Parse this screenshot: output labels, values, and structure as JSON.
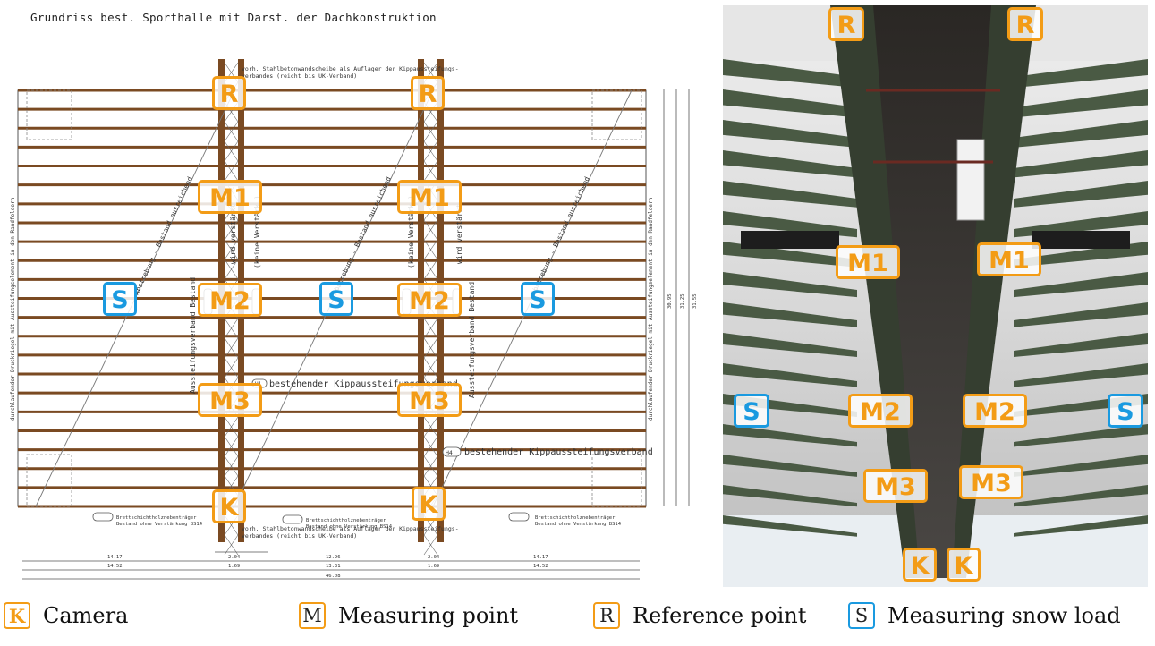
{
  "plan": {
    "title": "Grundriss best. Sporthalle mit Darst. der Dachkonstruktion",
    "note_top": "vorh. Stahlbetonwandscheibe als Auflager der Kippaussteifungs-",
    "note_top_2": "verbandes (reicht bis UK-Verband)",
    "note_bottom": "vorh. Stahlbetonwandscheibe als Auflager der Kippaussteifungs-",
    "note_bottom_2": "verbandes (reicht bis UK-Verband)",
    "h1_label": "H1",
    "h1_text": "bestehender Kippaussteifungsverband",
    "h4_label": "H4",
    "h4_text": "bestehender Kippaussteifungsverband",
    "beam_note_1": "Brettschichtholznebenträger",
    "beam_note_2": "Bestand ohne Verstärkung BS14",
    "diag_1": "Abstrebung - Bestand ausreichend",
    "diag_2": "wird verstärkt",
    "diag_3": "(keine Verstärk.)",
    "diag_4": "Aussteifungsverband Bestand",
    "side_note": "durchlaufender Druckriegel mit Aussteifungselement in den Randfeldern",
    "dims_row1": [
      "14.17",
      "2.04",
      "12.96",
      "2.04",
      "14.17"
    ],
    "dims_row2": [
      "14.52",
      "1.69",
      "13.31",
      "1.69",
      "14.52"
    ],
    "dims_total": "46.08",
    "dims_right": [
      "30.95",
      "31.25",
      "31.55"
    ]
  },
  "markers": {
    "R": "R",
    "M1": "M1",
    "M2": "M2",
    "M3": "M3",
    "K": "K",
    "S": "S"
  },
  "legend": [
    {
      "key": "K",
      "label": "Camera",
      "color": "#f39c16"
    },
    {
      "key": "M",
      "label": "Measuring point",
      "color": "#f39c16"
    },
    {
      "key": "R",
      "label": "Reference point",
      "color": "#f39c16"
    },
    {
      "key": "S",
      "label": "Measuring snow load",
      "color": "#1a9ae0"
    }
  ],
  "colors": {
    "orange": "#f39c16",
    "blue": "#1a9ae0",
    "beam": "#7a4a22"
  }
}
